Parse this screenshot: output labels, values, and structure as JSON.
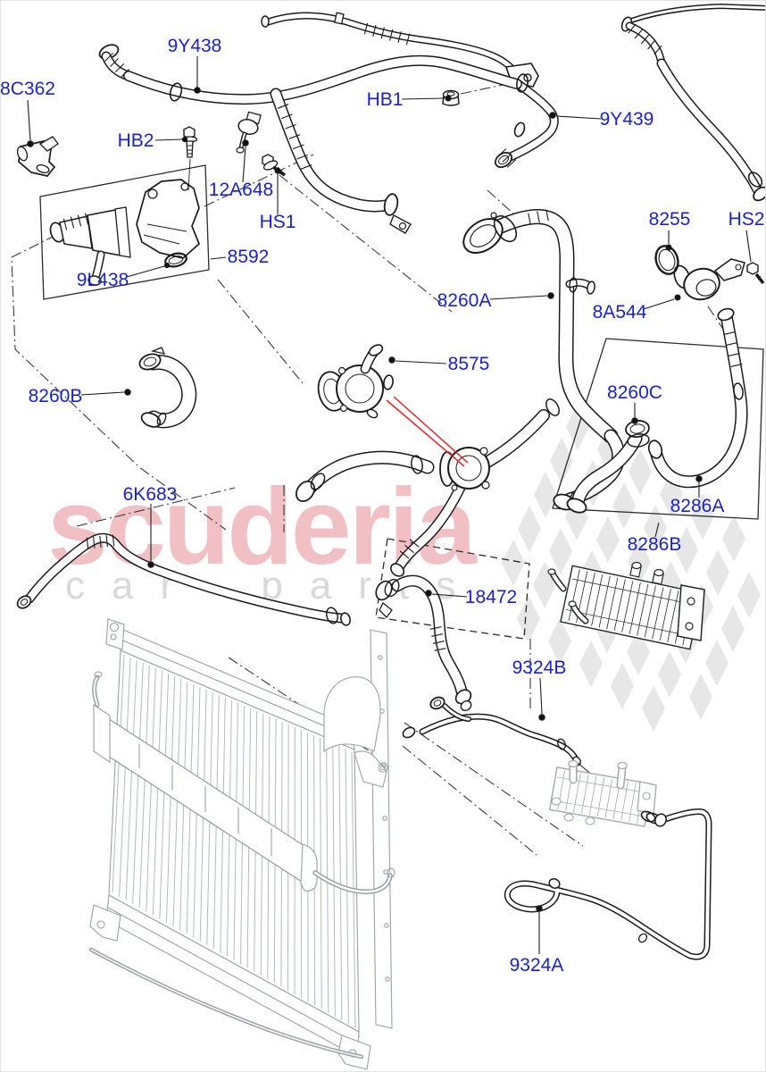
{
  "diagram_title": "engine cooling hoses and radiator parts diagram",
  "labels": [
    {
      "id": "9Y438",
      "text": "9Y438"
    },
    {
      "id": "8C362",
      "text": "8C362"
    },
    {
      "id": "HB2",
      "text": "HB2"
    },
    {
      "id": "12A648",
      "text": "12A648"
    },
    {
      "id": "HS1",
      "text": "HS1"
    },
    {
      "id": "HB1",
      "text": "HB1"
    },
    {
      "id": "9Y439",
      "text": "9Y439"
    },
    {
      "id": "8592",
      "text": "8592"
    },
    {
      "id": "9L438",
      "text": "9L438"
    },
    {
      "id": "8255",
      "text": "8255"
    },
    {
      "id": "HS2",
      "text": "HS2"
    },
    {
      "id": "8260A",
      "text": "8260A"
    },
    {
      "id": "8A544",
      "text": "8A544"
    },
    {
      "id": "8575",
      "text": "8575"
    },
    {
      "id": "8260B",
      "text": "8260B"
    },
    {
      "id": "8260C",
      "text": "8260C"
    },
    {
      "id": "8286A",
      "text": "8286A"
    },
    {
      "id": "8286B",
      "text": "8286B"
    },
    {
      "id": "6K683",
      "text": "6K683"
    },
    {
      "id": "18472",
      "text": "18472"
    },
    {
      "id": "9324B",
      "text": "9324B"
    },
    {
      "id": "9324A",
      "text": "9324A"
    }
  ],
  "watermark": {
    "brand": "scuderia",
    "tagline": "car parts"
  },
  "colors": {
    "label_blue": "#1a1fd6",
    "watermark_pink": "#d23a48",
    "watermark_gray": "#d9d9d9",
    "leader_red": "#e8232a",
    "part_line": "#1c1c1c",
    "light_line": "#9aa0a5",
    "checker_gray": "#e7e7e7"
  }
}
